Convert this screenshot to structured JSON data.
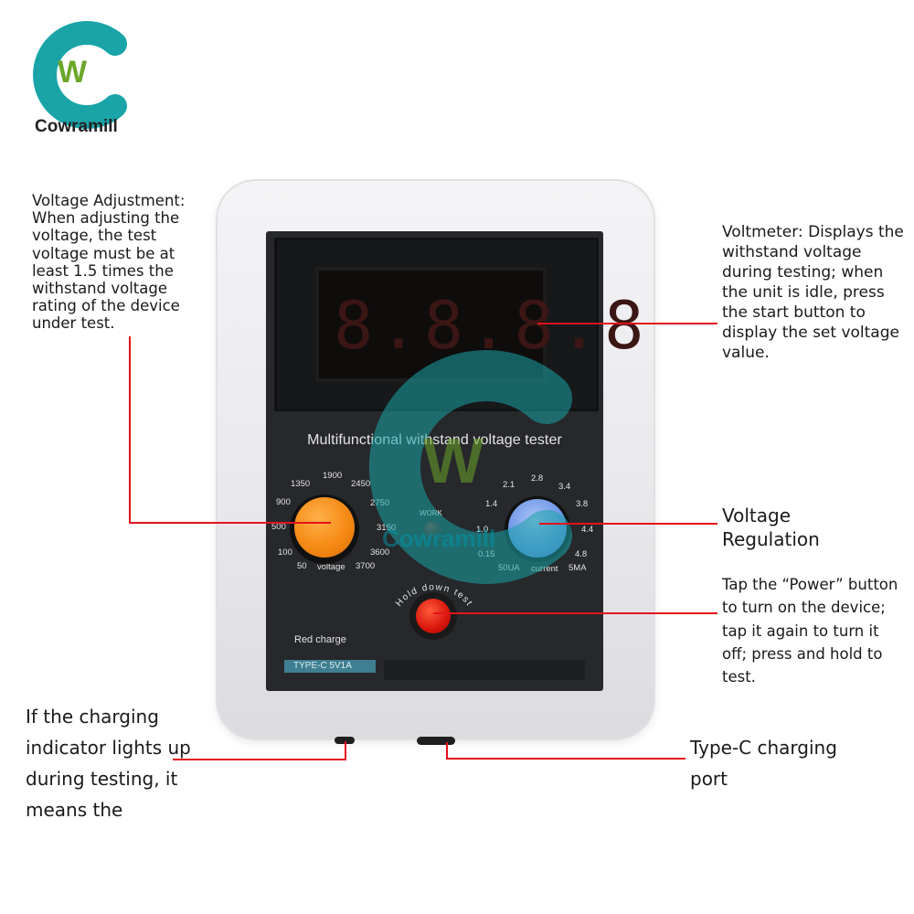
{
  "brand": {
    "name": "Cowramill",
    "logo_letter": "W",
    "teal": "#1aa4a8",
    "green": "#6ca62a"
  },
  "device": {
    "lcd_digits": "8.8.8.8",
    "panel_title": "Multifunctional withstand voltage tester",
    "voltage_scale": [
      "1350",
      "1900",
      "2450",
      "900",
      "2750",
      "500",
      "3150",
      "100",
      "3600",
      "50",
      "voltage",
      "3700"
    ],
    "current_scale": [
      "2.1",
      "2.8",
      "3.4",
      "1.4",
      "3.8",
      "1.0",
      "4.4",
      "0.15",
      "4.8",
      "50UA",
      "current",
      "5MA"
    ],
    "work_label": "WORK",
    "hold_label": "Hold down test",
    "red_charge_label": "Red charge",
    "typec_badge": "TYPE-C   5V1A"
  },
  "annotations": {
    "voltage_adjustment": "Voltage Adjustment: When adjusting the voltage, the test voltage must be at least 1.5 times the withstand voltage rating of the device under test.",
    "voltmeter": "Voltmeter: Displays the withstand voltage during testing; when the unit is idle, press the start button to display the set voltage value.",
    "voltage_regulation": "Voltage Regulation",
    "power_button": "Tap the “Power” button to turn on the device; tap it again to turn it off; press and hold to test.",
    "charging_indicator": "If the charging indicator lights up during testing, it means the",
    "typec_port": "Type-C charging port"
  },
  "colors": {
    "pointer_line": "#e3131b",
    "knob_voltage": "#f58a14",
    "knob_current": "#6f97e8",
    "test_button": "#d8150c"
  }
}
